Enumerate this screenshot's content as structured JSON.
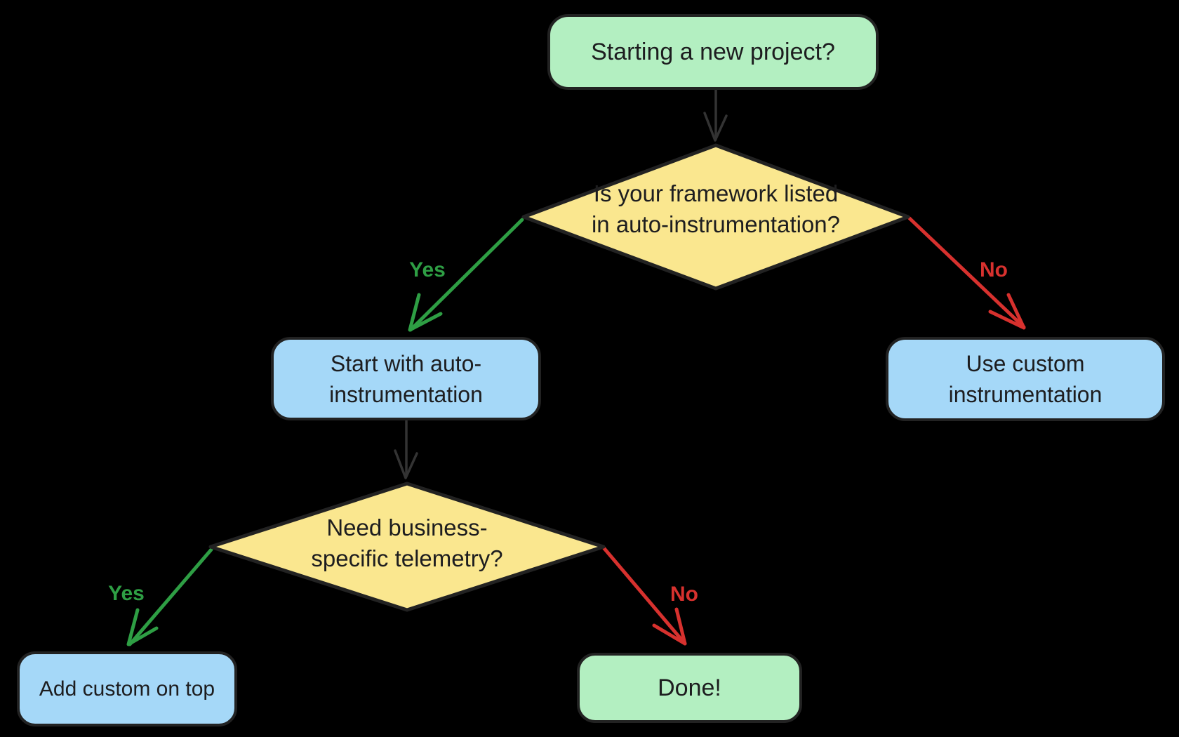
{
  "flowchart": {
    "background_color": "#000000",
    "node_border_color": "#222222",
    "text_color": "#1d1d1f",
    "nodes": {
      "start": {
        "label": "Starting a new project?",
        "type": "terminator",
        "fill": "#B3EFC1"
      },
      "framework_question": {
        "lines": [
          "Is your framework listed",
          "in auto-instrumentation?"
        ],
        "label": "Is your framework listed in auto-instrumentation?",
        "type": "decision",
        "fill": "#FAE78F"
      },
      "start_auto": {
        "lines": [
          "Start with auto-",
          "instrumentation"
        ],
        "label": "Start with auto-instrumentation",
        "type": "process",
        "fill": "#A5D8F8"
      },
      "use_custom": {
        "lines": [
          "Use custom",
          "instrumentation"
        ],
        "label": "Use custom instrumentation",
        "type": "process",
        "fill": "#A5D8F8"
      },
      "telemetry_question": {
        "lines": [
          "Need business-",
          "specific telemetry?"
        ],
        "label": "Need business-specific telemetry?",
        "type": "decision",
        "fill": "#FAE78F"
      },
      "add_custom": {
        "label": "Add custom on top",
        "type": "process",
        "fill": "#A5D8F8"
      },
      "done": {
        "label": "Done!",
        "type": "terminator",
        "fill": "#B3EFC1"
      }
    },
    "edges": {
      "start_to_framework": {
        "label": "",
        "color": "#333333"
      },
      "framework_yes": {
        "label": "Yes",
        "color": "#2E9E44"
      },
      "framework_no": {
        "label": "No",
        "color": "#D7312E"
      },
      "auto_to_telemetry": {
        "label": "",
        "color": "#333333"
      },
      "telemetry_yes": {
        "label": "Yes",
        "color": "#2E9E44"
      },
      "telemetry_no": {
        "label": "No",
        "color": "#D7312E"
      }
    }
  }
}
